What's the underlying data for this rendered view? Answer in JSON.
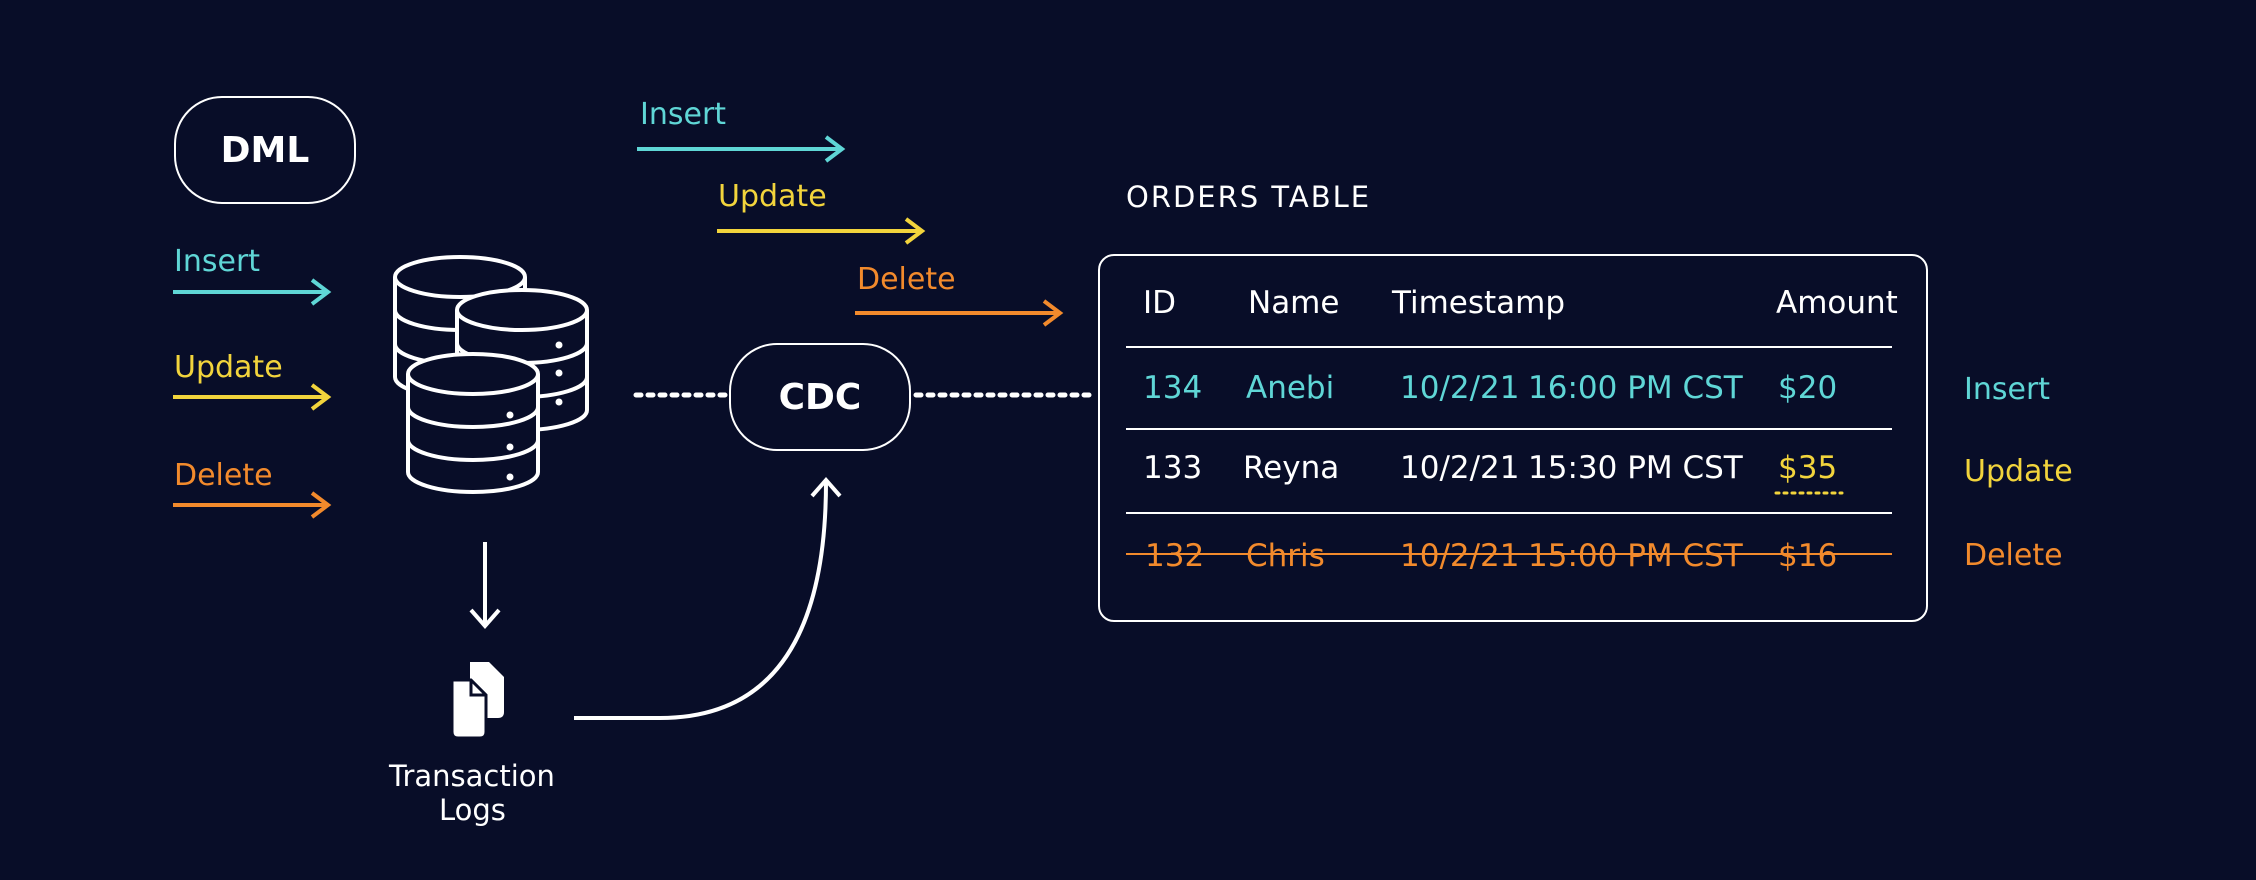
{
  "colors": {
    "background": "#080d28",
    "insert": "#5fd6d6",
    "update": "#f2d43c",
    "delete": "#f28a2c",
    "neutral": "#ffffff"
  },
  "dml": {
    "label": "DML"
  },
  "left_ops": [
    {
      "label": "Insert",
      "color": "insert"
    },
    {
      "label": "Update",
      "color": "update"
    },
    {
      "label": "Delete",
      "color": "delete"
    }
  ],
  "top_ops": [
    {
      "label": "Insert",
      "color": "insert"
    },
    {
      "label": "Update",
      "color": "update"
    },
    {
      "label": "Delete",
      "color": "delete"
    }
  ],
  "database": {
    "icon": "database-icon"
  },
  "transaction_logs": {
    "icon": "documents-icon",
    "line1": "Transaction",
    "line2": "Logs"
  },
  "cdc": {
    "label": "CDC"
  },
  "orders_table": {
    "title": "ORDERS TABLE",
    "columns": [
      "ID",
      "Name",
      "Timestamp",
      "Amount"
    ],
    "rows": [
      {
        "id": "134",
        "name": "Anebi",
        "date": "10/2/21",
        "time": "16:00 PM CST",
        "amount": "$20",
        "op": "Insert",
        "color": "insert"
      },
      {
        "id": "133",
        "name": "Reyna",
        "date": "10/2/21",
        "time": "15:30 PM CST",
        "amount": "$35",
        "op": "Update",
        "color": "update"
      },
      {
        "id": "132",
        "name": "Chris",
        "date": "10/2/21",
        "time": "15:00 PM CST",
        "amount": "$16",
        "op": "Delete",
        "color": "delete"
      }
    ]
  }
}
